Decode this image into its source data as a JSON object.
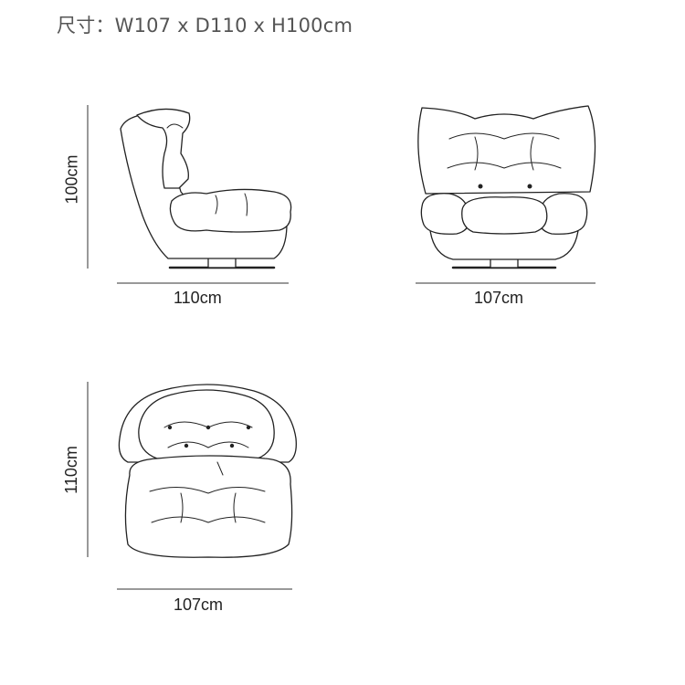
{
  "title": "尺寸：W107 x D110 x H100cm",
  "side_view": {
    "height_label": "100cm",
    "width_label": "110cm"
  },
  "front_view": {
    "width_label": "107cm"
  },
  "top_view": {
    "depth_label": "110cm",
    "width_label": "107cm"
  }
}
